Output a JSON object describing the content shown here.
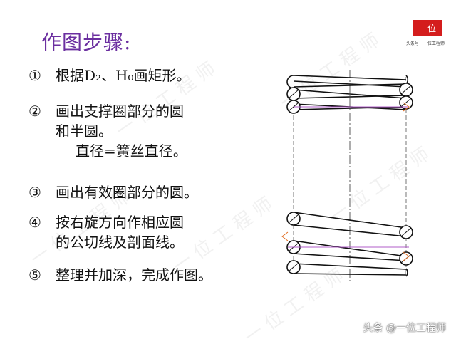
{
  "title": "作图步骤:",
  "steps": [
    {
      "num": "①",
      "lines": [
        "根据D₂、H₀画矩形。"
      ]
    },
    {
      "num": "②",
      "lines": [
        "画出支撑圈部分的圆",
        "和半圆。",
        "直径=簧丝直径。"
      ]
    },
    {
      "num": "③",
      "lines": [
        "画出有效圈部分的圆。"
      ]
    },
    {
      "num": "④",
      "lines": [
        "按右旋方向作相应圆",
        "的公切线及剖面线。"
      ]
    },
    {
      "num": "⑤",
      "lines": [
        "整理并加深，完成作图。"
      ]
    }
  ],
  "brand": {
    "logo_text": "一位",
    "logo_sub": "头条号：一位工程师",
    "footer": "头条 @一位工程师"
  },
  "watermark_text": "一 位 工 程 师",
  "colors": {
    "title": "#6b2fa0",
    "accent_line": "#b05cc8",
    "dimension": "#e06a1e",
    "logo_bg": "#d41d1d"
  }
}
